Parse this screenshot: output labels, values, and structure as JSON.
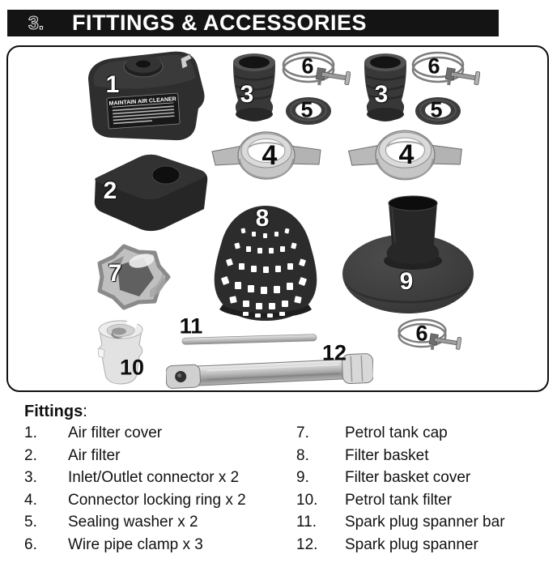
{
  "header": {
    "section_marker": "3.",
    "title": "FITTINGS & ACCESSORIES"
  },
  "figure": {
    "sticker_title": "MAINTAIN AIR CLEANER",
    "labels": [
      {
        "part": "air-filter-cover",
        "text": "1"
      },
      {
        "part": "inlet-outlet-connector-1",
        "text": "3"
      },
      {
        "part": "wire-pipe-clamp-1",
        "text": "6"
      },
      {
        "part": "sealing-washer-1",
        "text": "5"
      },
      {
        "part": "inlet-outlet-connector-2",
        "text": "3"
      },
      {
        "part": "wire-pipe-clamp-2",
        "text": "6"
      },
      {
        "part": "sealing-washer-2",
        "text": "5"
      },
      {
        "part": "connector-locking-ring-1",
        "text": "4"
      },
      {
        "part": "connector-locking-ring-2",
        "text": "4"
      },
      {
        "part": "air-filter",
        "text": "2"
      },
      {
        "part": "petrol-tank-cap",
        "text": "7"
      },
      {
        "part": "filter-basket",
        "text": "8"
      },
      {
        "part": "filter-basket-cover",
        "text": "9"
      },
      {
        "part": "wire-pipe-clamp-3",
        "text": "6"
      },
      {
        "part": "petrol-tank-filter",
        "text": "10"
      },
      {
        "part": "spark-plug-spanner-bar",
        "text": "11"
      },
      {
        "part": "spark-plug-spanner",
        "text": "12"
      }
    ]
  },
  "parts_list": {
    "heading": "Fittings",
    "heading_colon": ":",
    "left": [
      {
        "num": "1.",
        "label": "Air filter cover"
      },
      {
        "num": "2.",
        "label": "Air filter"
      },
      {
        "num": "3.",
        "label": "Inlet/Outlet connector x 2"
      },
      {
        "num": "4.",
        "label": "Connector locking ring x 2"
      },
      {
        "num": "5.",
        "label": "Sealing washer  x 2"
      },
      {
        "num": "6.",
        "label": "Wire pipe clamp x 3"
      }
    ],
    "right": [
      {
        "num": "7.",
        "label": "Petrol tank cap"
      },
      {
        "num": "8.",
        "label": "Filter basket"
      },
      {
        "num": "9.",
        "label": "Filter basket cover"
      },
      {
        "num": "10.",
        "label": "Petrol tank filter"
      },
      {
        "num": "11.",
        "label": "Spark plug spanner bar"
      },
      {
        "num": "12.",
        "label": "Spark plug spanner"
      }
    ]
  },
  "colors": {
    "header_bg": "#141414",
    "header_text": "#ffffff",
    "frame_border": "#101010",
    "part_dark": "#2d2d2d",
    "part_light": "#c6c6c6",
    "text": "#111111"
  }
}
